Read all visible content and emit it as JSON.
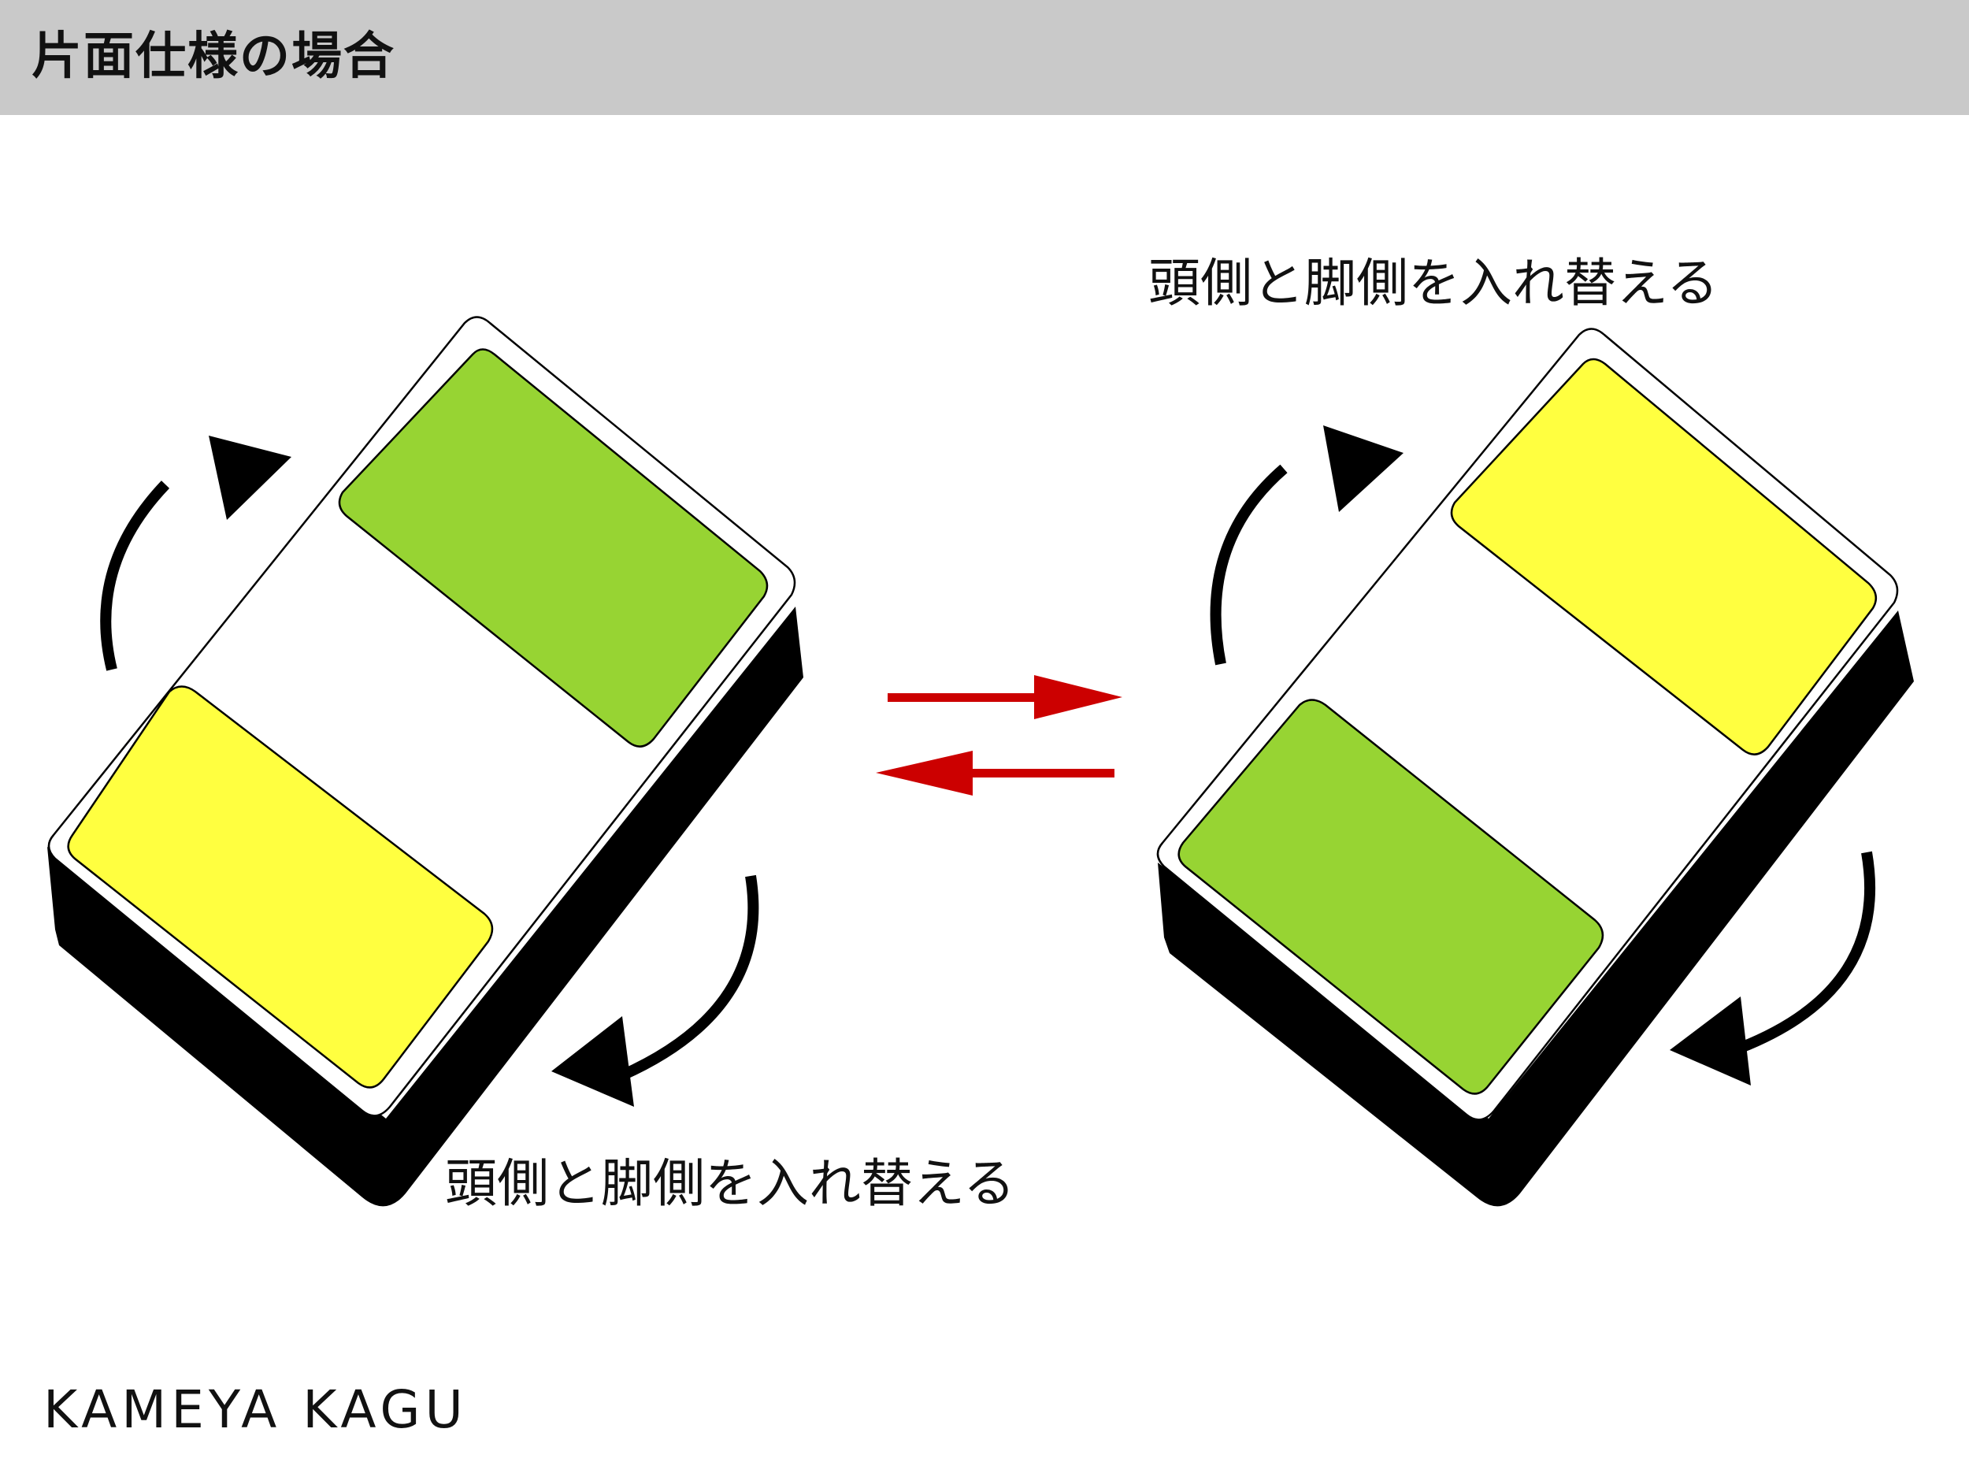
{
  "header": {
    "title": "片面仕様の場合"
  },
  "captions": {
    "bottom_left": "頭側と脚側を入れ替える",
    "top_right": "頭側と脚側を入れ替える"
  },
  "footer": {
    "brand": "KAMEYA KAGU"
  },
  "colors": {
    "header_bg": "#c9c9c9",
    "green_panel": "#97d433",
    "yellow_panel": "#ffff40",
    "swap_arrow": "#cc0000",
    "rotation_arrow": "#000000",
    "mattress_side": "#000000"
  },
  "icons": {
    "rotation_arrows": "curved-arrow-icon",
    "swap_arrows": "swap-arrows-icon"
  }
}
